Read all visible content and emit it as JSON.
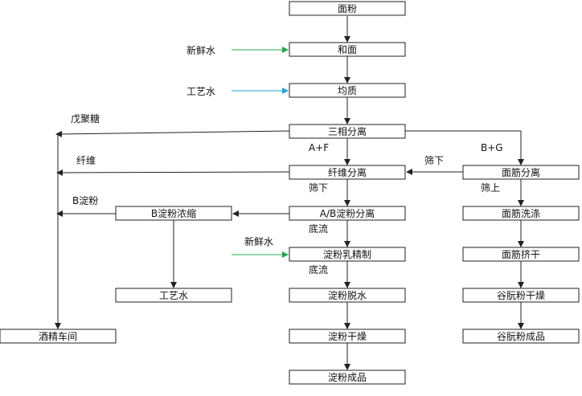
{
  "colors": {
    "line": "#222222",
    "fresh_water_arrow": "#22a94a",
    "process_water_arrow": "#29a3d6"
  },
  "nodes": {
    "flour": "面粉",
    "dough": "和面",
    "homogenize": "均质",
    "three_phase": "三相分离",
    "fiber_sep": "纤维分离",
    "gluten_sep": "面筋分离",
    "ab_starch_sep": "A/B淀粉分离",
    "b_starch_conc": "B淀粉浓缩",
    "gluten_wash": "面筋洗涤",
    "starch_milk_refine": "淀粉乳精制",
    "gluten_squeeze": "面筋挤干",
    "process_water_out": "工艺水",
    "starch_dewater": "淀粉脱水",
    "gluten_powder_dry": "谷朊粉干燥",
    "alcohol_workshop": "酒精车间",
    "starch_dry": "淀粉干燥",
    "gluten_powder_product": "谷朊粉成品",
    "starch_product": "淀粉成品"
  },
  "labels": {
    "fresh_water_1": "新鲜水",
    "process_water_in": "工艺水",
    "pentosan": "戊聚糖",
    "fiber": "纤维",
    "b_starch": "B淀粉",
    "fresh_water_2": "新鲜水",
    "a_plus_f": "A+F",
    "b_plus_g": "B+G",
    "sieve_under_1": "筛下",
    "sieve_under_2": "筛下",
    "sieve_over": "筛上",
    "underflow_1": "底流",
    "underflow_2": "底流"
  }
}
